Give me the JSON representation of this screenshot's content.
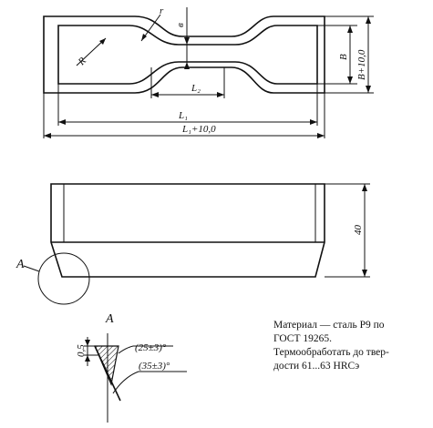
{
  "top_view": {
    "dimension_r_small": "r",
    "dimension_b_small": "в",
    "dimension_R": "R",
    "dimension_B": "B",
    "dimension_B_plus": "B+10,0",
    "dimension_L2": "L₂",
    "dimension_L1": "L₁",
    "dimension_L1_plus": "L₁+10,0"
  },
  "front_view": {
    "dimension_height": "40",
    "detail_marker": "A"
  },
  "detail_view": {
    "title": "A",
    "dimension_depth": "0,5",
    "angle_top": "(25±3)°",
    "angle_bottom": "(35±3)°"
  },
  "notes": {
    "line1": "Материал — сталь Р9 по",
    "line2": "ГОСТ 19265.",
    "line3": "Термообработать до твер-",
    "line4": "дости 61...63 HRCэ"
  }
}
